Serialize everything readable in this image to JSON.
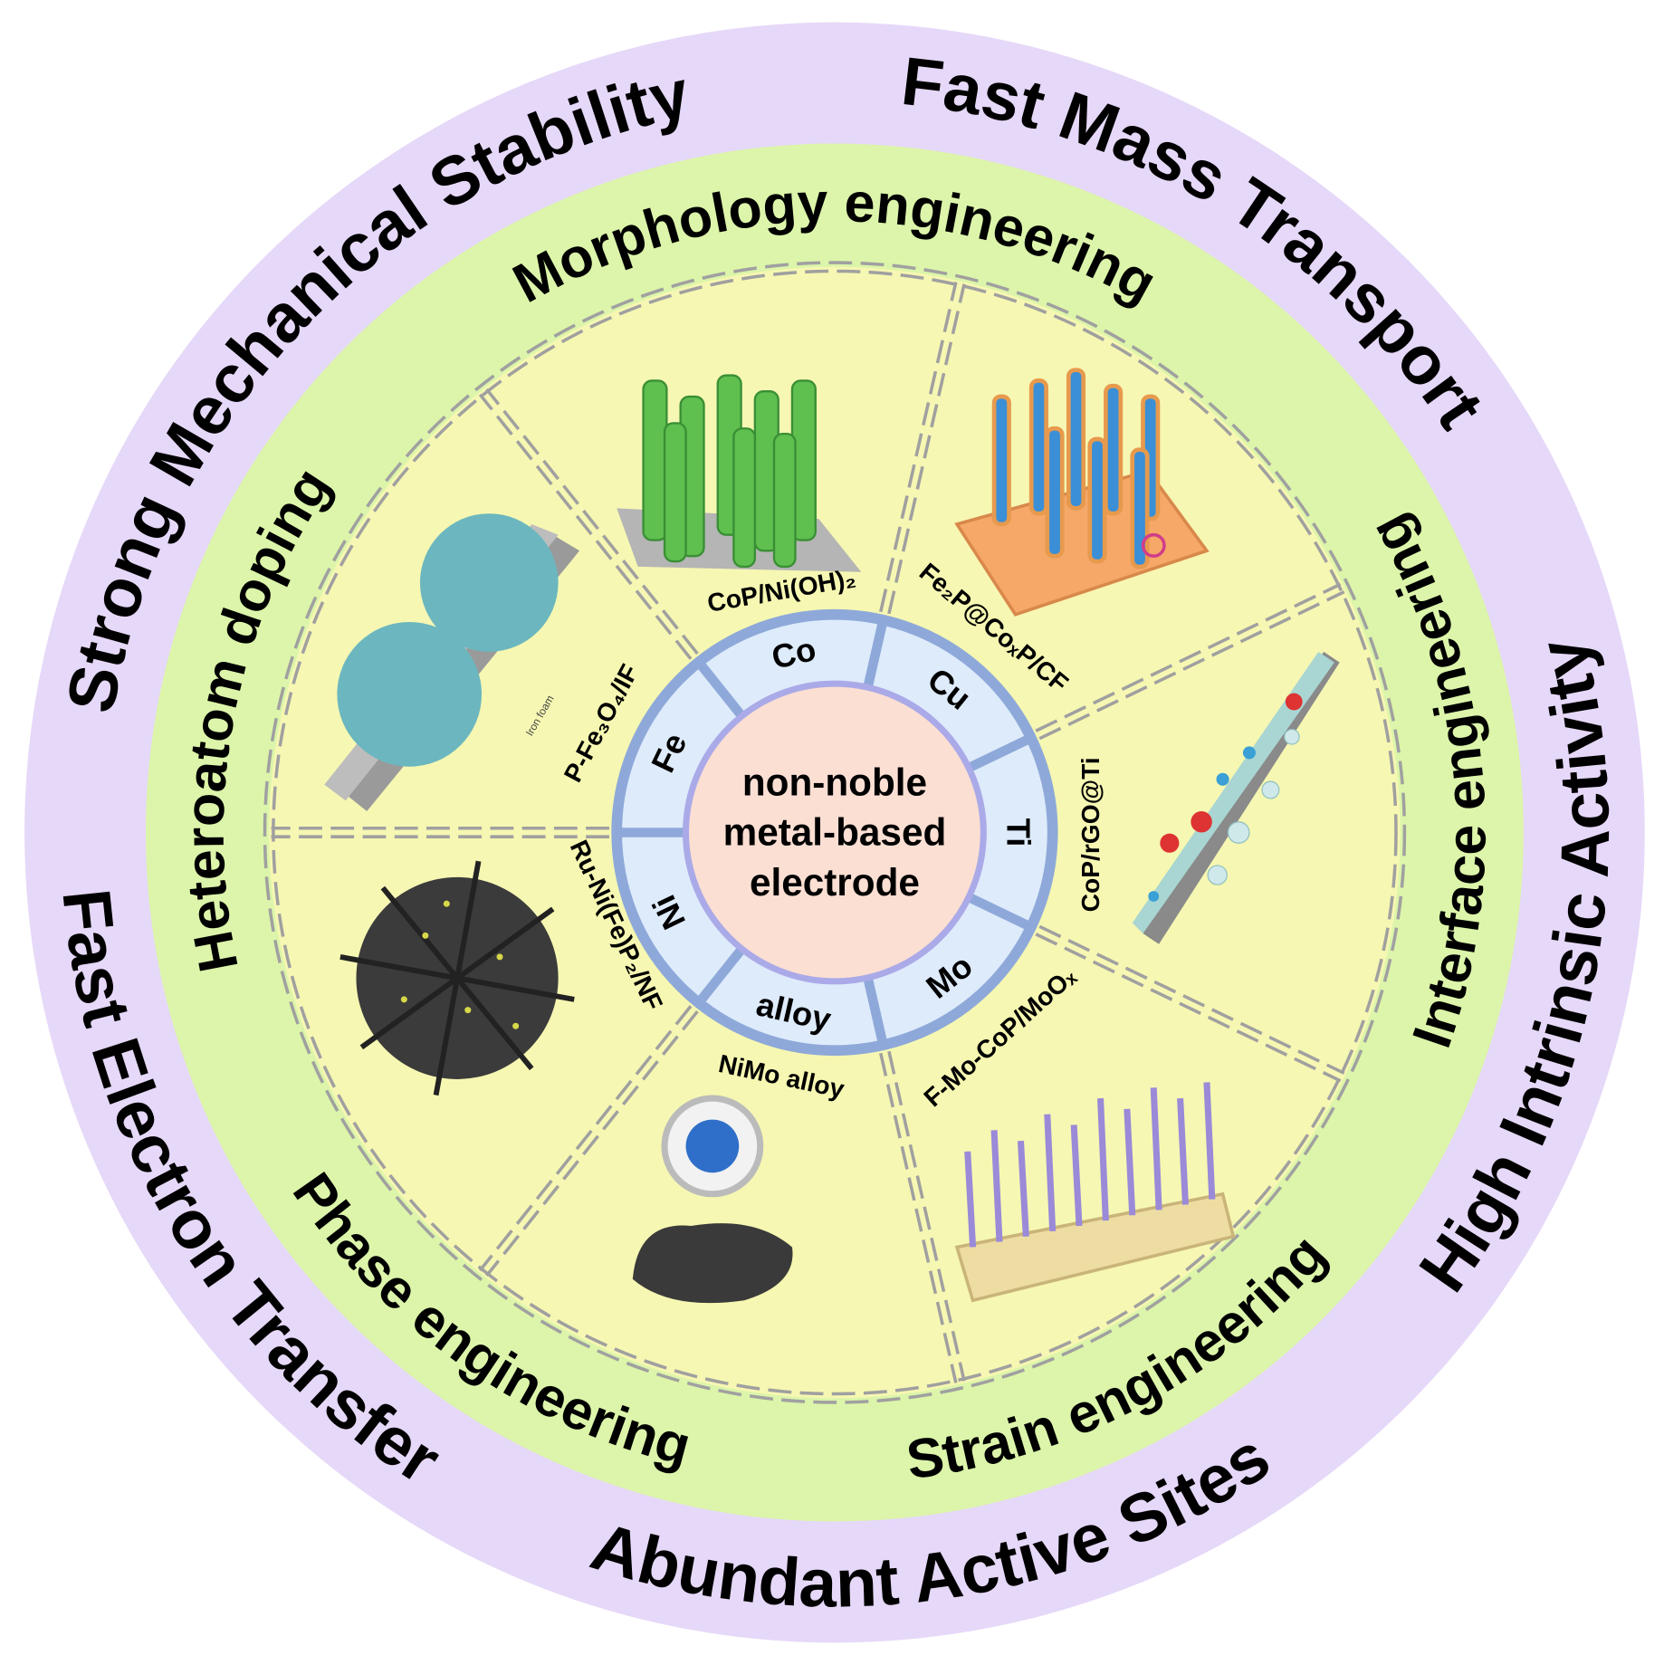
{
  "colors": {
    "outer_ring": "#e6d8f8",
    "middle_ring": "#dcf5aa",
    "inner_disk": "#f6f7b2",
    "metal_ring": "#deebfb",
    "metal_ring_stroke": "#8ea9d9",
    "core": "#fbdfd3",
    "core_stroke": "#abaae8",
    "divider": "#a0a0a0"
  },
  "center": {
    "line1": "non-noble",
    "line2": "metal-based",
    "line3": "electrode"
  },
  "outer_labels": {
    "strong": "Strong Mechanical Stability",
    "mass": "Fast Mass Transport",
    "activity": "High Intrinsic Activity",
    "sites": "Abundant Active Sites",
    "electron": "Fast Electron Transfer"
  },
  "strategies": {
    "morphology": "Morphology engineering",
    "heteroatom": "Heteroatom doping",
    "interface": "Interface engineering",
    "phase": "Phase engineering",
    "strain": "Strain engineering"
  },
  "metals": [
    "Co",
    "Cu",
    "Ti",
    "Mo",
    "alloy",
    "Ni",
    "Fe"
  ],
  "samples": [
    "CoP/Ni(OH)₂",
    "Fe₂P@CoₓP/CF",
    "CoP/rGO@Ti",
    "F-Mo-CoP/MoOₓ",
    "NiMo alloy",
    "Ru-Ni(Fe)P₂/NF",
    "P-Fe₃O₄/IF"
  ],
  "image_labels": {
    "iron_foam": "Iron foam"
  }
}
